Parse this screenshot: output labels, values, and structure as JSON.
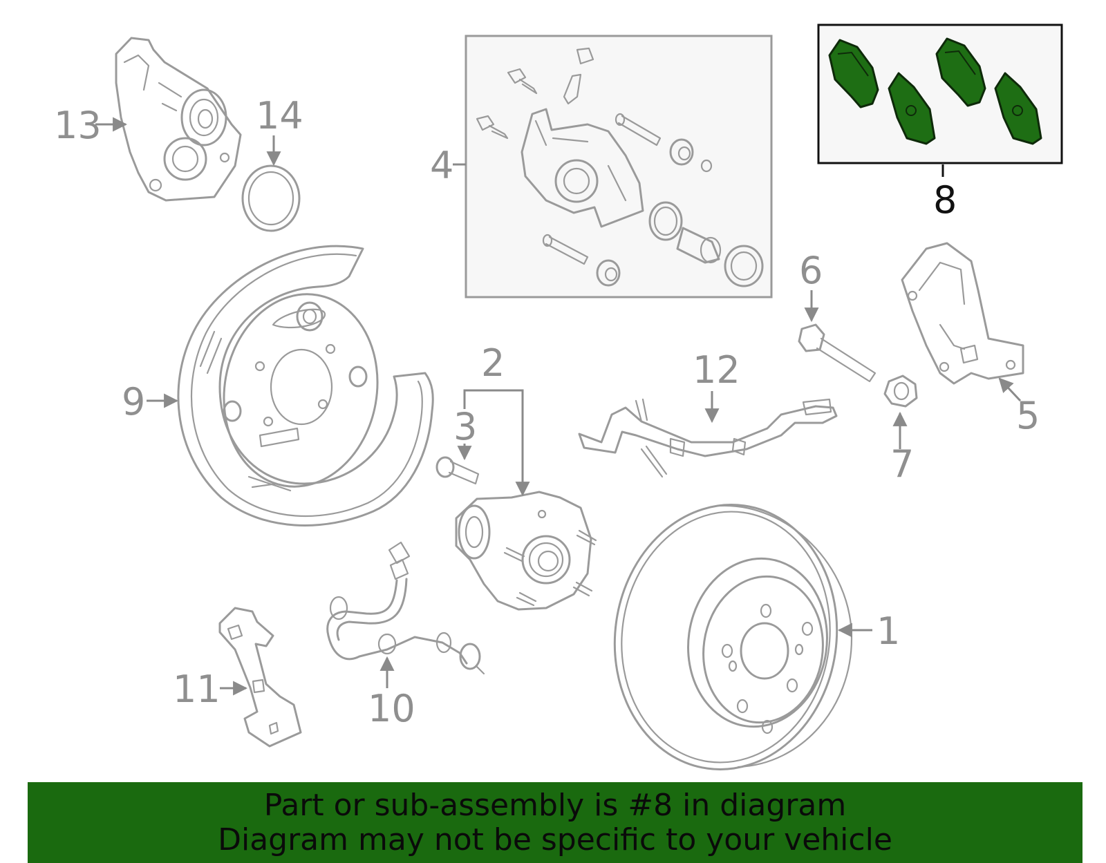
{
  "callouts": {
    "c1": "1",
    "c2": "2",
    "c3": "3",
    "c4": "4",
    "c5": "5",
    "c6": "6",
    "c7": "7",
    "c8": "8",
    "c9": "9",
    "c10": "10",
    "c11": "11",
    "c12": "12",
    "c13": "13",
    "c14": "14"
  },
  "highlight": {
    "part": "8",
    "pad_color": "#1e6e14",
    "banner_color": "#1a6a0f"
  },
  "banner": {
    "line1": "Part or sub-assembly is #8 in diagram",
    "line2": "Diagram may not be specific to your vehicle"
  }
}
